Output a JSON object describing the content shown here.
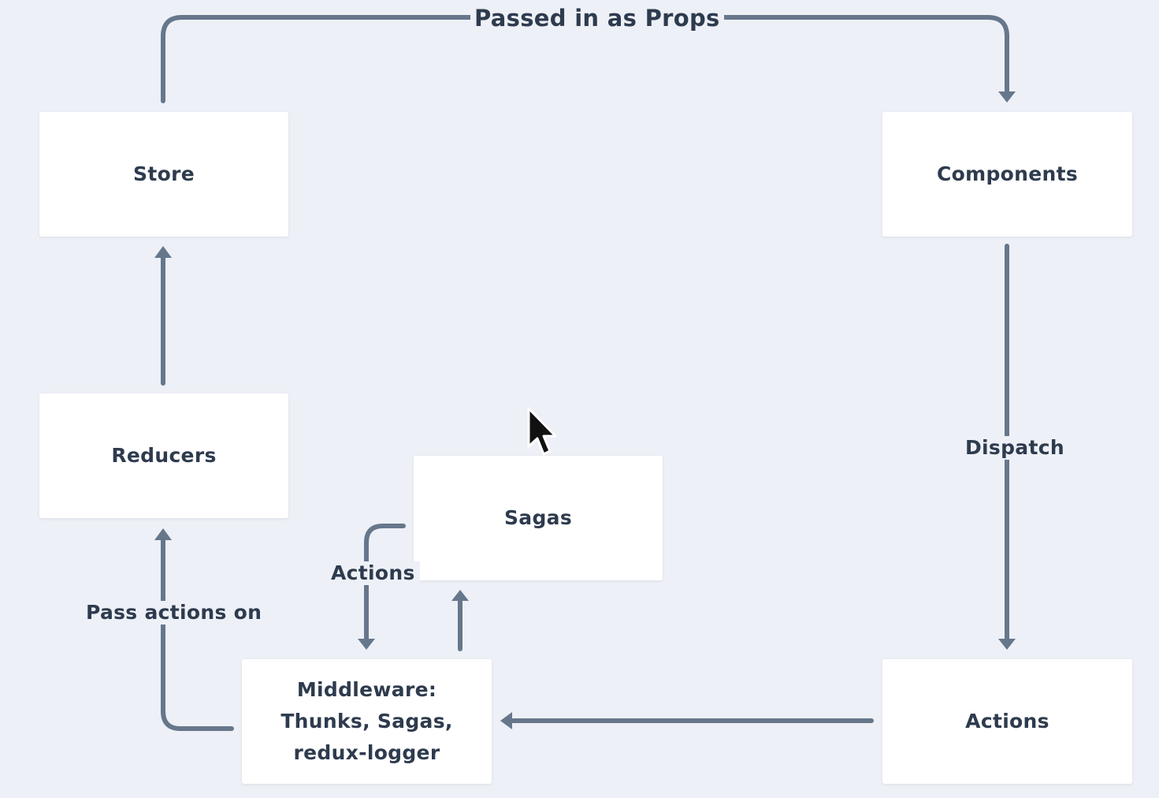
{
  "diagram": {
    "nodes": {
      "store": "Store",
      "components": "Components",
      "reducers": "Reducers",
      "sagas": "Sagas",
      "middleware": "Middleware:\nThunks, Sagas,\nredux-logger",
      "actions": "Actions"
    },
    "edge_labels": {
      "passed_in_as_props": "Passed in as Props",
      "dispatch": "Dispatch",
      "pass_actions_on": "Pass actions on",
      "saga_actions": "Actions"
    },
    "edges": [
      {
        "from": "Store",
        "to": "Components",
        "label": "Passed in as Props"
      },
      {
        "from": "Components",
        "to": "Actions",
        "label": "Dispatch"
      },
      {
        "from": "Actions",
        "to": "Middleware",
        "label": ""
      },
      {
        "from": "Middleware",
        "to": "Sagas",
        "label": ""
      },
      {
        "from": "Sagas",
        "to": "Middleware",
        "label": "Actions"
      },
      {
        "from": "Middleware",
        "to": "Reducers",
        "label": "Pass actions on"
      },
      {
        "from": "Reducers",
        "to": "Store",
        "label": ""
      }
    ],
    "colors": {
      "background": "#edf0f6",
      "node_fill": "#ffffff",
      "edge": "#66778c",
      "text": "#2e3b4e"
    }
  },
  "cursor": {
    "icon": "mouse-pointer-icon"
  }
}
